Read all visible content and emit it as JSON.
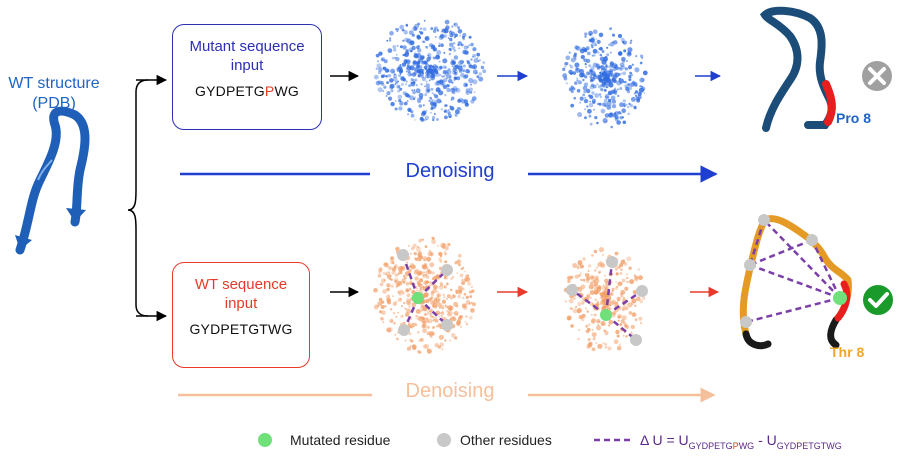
{
  "wt_structure": {
    "line1": "WT structure",
    "line2": "(PDB)"
  },
  "mutant_box": {
    "title_line1": "Mutant sequence",
    "title_line2": "input",
    "seq_prefix": "GYDPETG",
    "seq_mut": "P",
    "seq_suffix": "WG"
  },
  "wt_box": {
    "title_line1": "WT sequence",
    "title_line2": "input",
    "seq": "GYDPETGTWG"
  },
  "denoising_top": "Denoising",
  "denoising_bottom": "Denoising",
  "result_top_label": "Pro 8",
  "result_bottom_label": "Thr 8",
  "legend": {
    "mutated": "Mutated residue",
    "other": "Other residues",
    "delta_prefix": "Δ U = U",
    "sub1_a": "GYDPETG",
    "sub1_b": "P",
    "sub1_c": "WG",
    "minus": " - U",
    "sub2": "GYDPETGTWG"
  },
  "colors": {
    "blue": "#1f3fd0",
    "red": "#e83a2a",
    "orange": "#f6bf9b",
    "purple": "#7b3fa8",
    "green": "#6fe07a",
    "gray": "#c8c8c8",
    "check": "#1a9a2a",
    "cross": "#a0a0a0"
  }
}
